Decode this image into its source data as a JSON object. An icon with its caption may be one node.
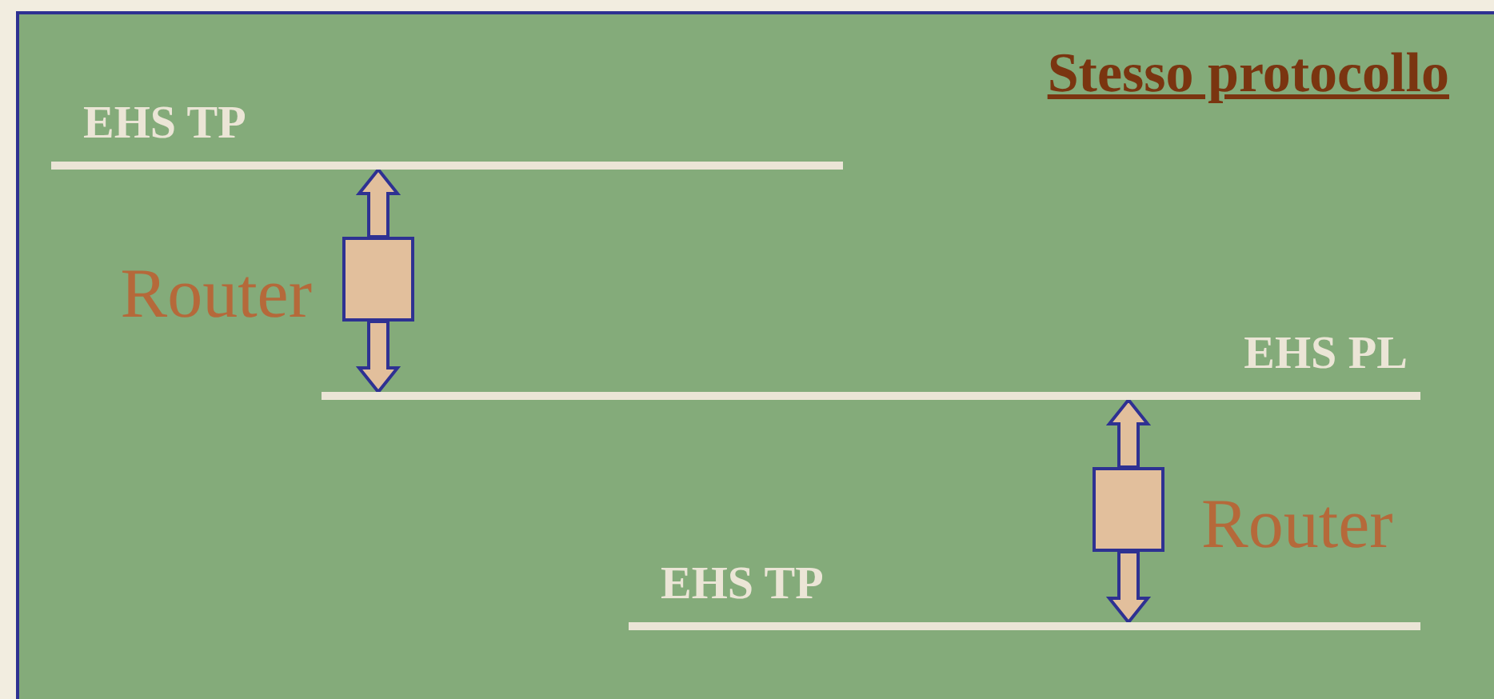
{
  "diagram": {
    "title": "Stesso protocollo",
    "nodes": [
      {
        "text": [
          "EHS TP"
        ]
      },
      {
        "text": [
          "EHS PL"
        ]
      },
      {
        "text": [
          "EHS TP"
        ]
      },
      {
        "text": [
          "Router"
        ]
      },
      {
        "text": [
          "Router"
        ]
      }
    ],
    "edges": [
      {
        "from": 3,
        "to": 0,
        "arrow": "to"
      },
      {
        "from": 3,
        "to": 1,
        "arrow": "to"
      },
      {
        "from": 4,
        "to": 1,
        "arrow": "to"
      },
      {
        "from": 4,
        "to": 2,
        "arrow": "to"
      }
    ]
  }
}
